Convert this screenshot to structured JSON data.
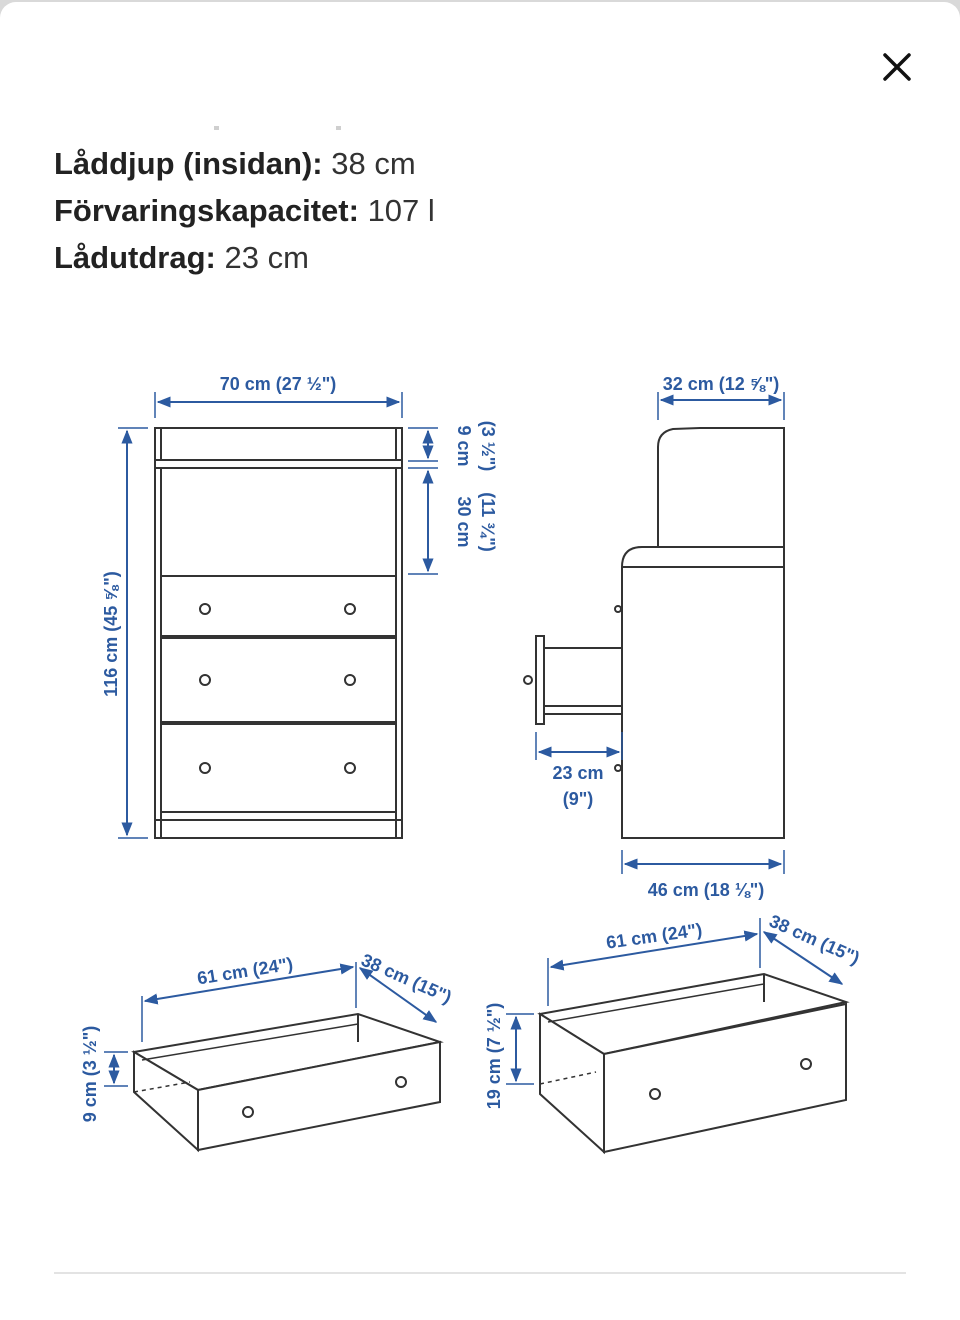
{
  "close_label": "Stäng",
  "specs": [
    {
      "label": "Låddjup (insidan):",
      "value": "38 cm"
    },
    {
      "label": "Förvaringskapacitet:",
      "value": "107 l"
    },
    {
      "label": "Lådutdrag:",
      "value": "23 cm"
    }
  ],
  "dimensions": {
    "front_width": "70 cm (27 ½\")",
    "front_height": "116 cm (45 ⅝\")",
    "top_shelf_height": "9 cm",
    "top_shelf_height_in": "(3 ½\")",
    "open_section_height": "30 cm",
    "open_section_height_in": "(11 ¾\")",
    "top_depth": "32 cm (12 ⅝\")",
    "drawer_extension": "23 cm",
    "drawer_extension_in": "(9\")",
    "total_depth": "46 cm (18 ⅛\")",
    "small_drawer_width": "61 cm (24\")",
    "small_drawer_depth": "38 cm (15\")",
    "small_drawer_height": "9 cm (3 ½\")",
    "large_drawer_width": "61 cm (24\")",
    "large_drawer_depth": "38 cm (15\")",
    "large_drawer_height": "19 cm (7 ½\")"
  },
  "colors": {
    "dimension": "#2c5aa0",
    "line": "#333333"
  }
}
